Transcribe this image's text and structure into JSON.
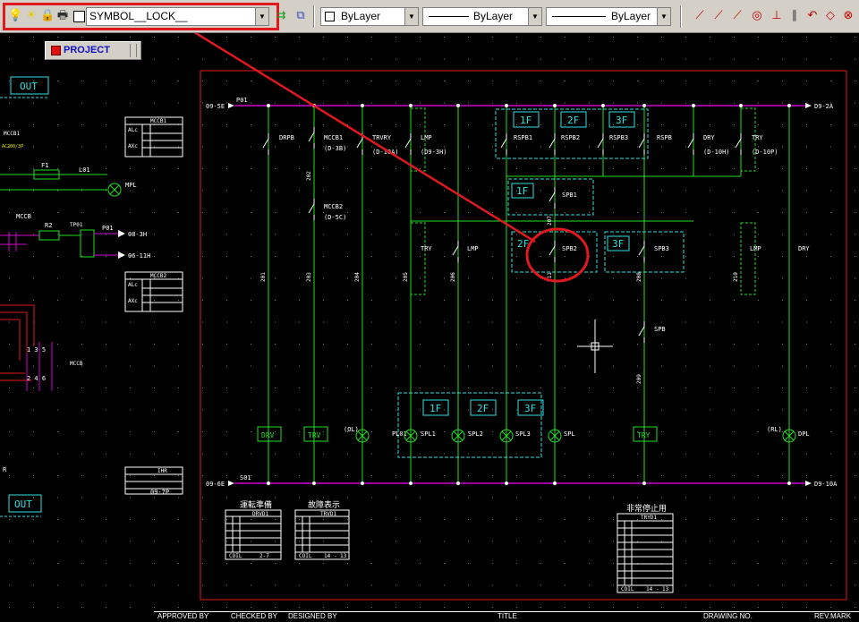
{
  "toolbar": {
    "layer_name": "SYMBOL__LOCK__",
    "color_value": "ByLayer",
    "linetype_value": "ByLayer",
    "lineweight_value": "ByLayer"
  },
  "project_button": {
    "label": "PROJECT"
  },
  "diagram": {
    "bus_top": "09-5E",
    "bus_top_right": "D9-2A",
    "bus_top_wire": "P01",
    "bus_bottom": "09-6E",
    "bus_bottom_right": "D9-10A",
    "bus_bottom_wire": "S01",
    "left": {
      "out_top": "OUT",
      "out_bottom": "OUT",
      "mccb1": "MCCB1",
      "f1": "F1",
      "l01": "L01",
      "mpl": "MPL",
      "mccb": "MCCB",
      "r2": "R2",
      "p01": "P01",
      "ref_3h": "08-3H",
      "ref_11h": "06-11H",
      "mccb2_tbl": "MCCB2",
      "mccb_tbl": "MCCB1",
      "mccb_bot": "MCCB",
      "ihr_tbl": "IHR",
      "ref_7p": "09-7P"
    },
    "labels": {
      "drpb": "DRPB",
      "mccb1": "MCCB1",
      "mccb1_ref": "(D-3B)",
      "mccb2": "MCCB2",
      "mccb2_ref": "(D-5C)",
      "trvry": "TRVRY",
      "trvry_ref": "(D-10A)",
      "lmp_top": "LMP",
      "lmp_top_ref": "(D9-3H)",
      "rspb1": "RSPB1",
      "rspb2": "RSPB2",
      "rspb3": "RSPB3",
      "rspb": "RSPB",
      "dry_top": "DRY",
      "dry_top_ref": "(D-10H)",
      "try_top": "TRY",
      "try_top_ref": "(D-10P)",
      "f1": "1F",
      "f2": "2F",
      "f3": "3F",
      "spb1": "SPB1",
      "spb2": "SPB2",
      "spb3": "SPB3",
      "spb": "SPB",
      "try_mid": "TRY",
      "lmp_mid": "LMP",
      "lmp_right": "LMP",
      "dry_right": "DRY",
      "drv": "DRV",
      "trv": "TRV",
      "try_bot": "TRY",
      "pl01": "PL01",
      "spl1": "SPL1",
      "spl2": "SPL2",
      "spl3": "SPL3",
      "spl": "SPL",
      "dpl": "DPL",
      "rl": "(RL)",
      "ol": "(OL)",
      "wires": [
        "201",
        "202",
        "203",
        "204",
        "205",
        "206",
        "207",
        "208",
        "209",
        "210",
        "211"
      ]
    },
    "tables": {
      "t1_title": "運転準備",
      "t1_sub": "DRVD1",
      "t1_coil": "2-7",
      "t2_title": "故障表示",
      "t2_sub": "TRVD1",
      "t2_coil": "14 - 13",
      "t3_title": "非常停止用",
      "t3_sub": "TRYD1",
      "t3_coil": "14 - 13",
      "coil_lbl": "COIL"
    }
  },
  "title_block": {
    "approved": "APPROVED BY",
    "checked": "CHECKED BY",
    "designed": "DESIGNED BY",
    "title": "TITLE",
    "drawing_no": "DRAWING NO.",
    "rev_mark": "REV.MARK"
  },
  "colors": {
    "magenta": "#d000d0",
    "green": "#20e020",
    "cyan": "#30e0e0",
    "white": "#ffffff",
    "yellow": "#e8e800",
    "red": "#e0191e"
  }
}
